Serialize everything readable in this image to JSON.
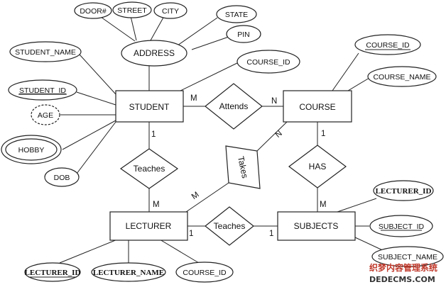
{
  "entities": {
    "student": "STUDENT",
    "course": "COURSE",
    "lecturer": "LECTURER",
    "subjects": "SUBJECTS"
  },
  "relationships": {
    "attends": "Attends",
    "teaches_top": "Teaches",
    "teaches_bottom": "Teaches",
    "takes": "Takes",
    "has": "HAS"
  },
  "attributes": {
    "door": "DOOR#",
    "street": "STREET",
    "city": "CITY",
    "state": "STATE",
    "pin": "PIN",
    "address": "ADDRESS",
    "student_name": "STUDENT_NAME",
    "student_course_id": "COURSE_ID",
    "student_id": "STUDENT_ID",
    "age": "AGE",
    "hobby": "HOBBY",
    "dob": "DOB",
    "course_course_id": "COURSE_ID",
    "course_name": "COURSE_NAME",
    "subject_lecturer_id": "LECTURER_ID",
    "subject_id": "SUBJECT_ID",
    "subject_name": "SUBJECT_NAME",
    "lecturer_id": "LECTURER_ID",
    "lecturer_name": "LECTURER_NAME",
    "lecturer_course_id": "COURSE_ID"
  },
  "cardinality": {
    "student_attends": "M",
    "attends_course": "N",
    "student_teaches": "1",
    "teaches_lecturer": "M",
    "lecturer_takes": "M",
    "takes_course": "N",
    "course_has": "1",
    "has_subjects": "M",
    "lecturer_teaches2": "1",
    "teaches2_subjects": "1"
  },
  "watermark": {
    "line1": "织梦内容管理系统",
    "line2": "DEDECMS.COM"
  }
}
